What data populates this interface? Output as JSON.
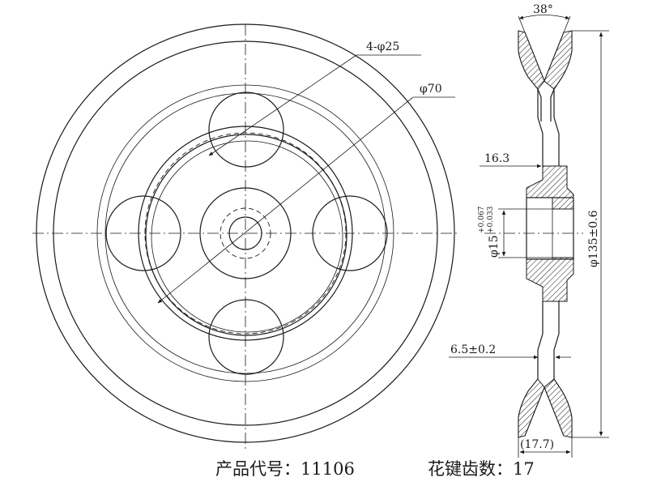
{
  "dimensions": {
    "bolt_holes": "4-φ25",
    "circle_diameter": "φ70",
    "groove_angle": "38°",
    "hub_offset": "16.3",
    "bore_diameter": "φ15",
    "bore_tol_upper": "+0.067",
    "bore_tol_lower": "+0.033",
    "outer_diameter": "φ135±0.6",
    "web_thickness": "6.5±0.2",
    "overall_width": "(17.7)"
  },
  "caption": {
    "product_code": "产品代号：11106",
    "spline_teeth": "花键齿数：17"
  },
  "colors": {
    "ink": "#1a1a1a",
    "paper": "#ffffff"
  }
}
